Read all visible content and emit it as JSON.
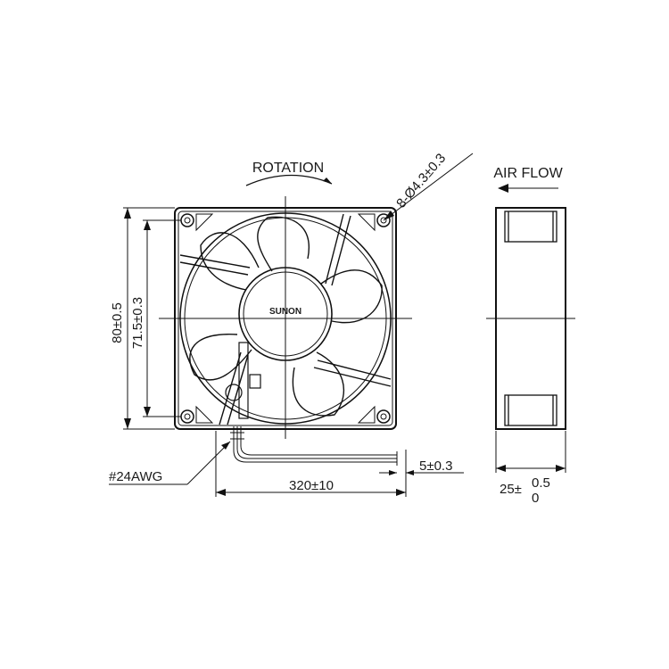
{
  "labels": {
    "rotation": "ROTATION",
    "air_flow": "AIR FLOW",
    "mounting_holes": "8-Ø4.3±0.3",
    "outer_size": "80±0.5",
    "hole_spacing": "71.5±0.3",
    "brand": "SUNON",
    "wire_gauge": "#24AWG",
    "lead_length": "320±10",
    "strip_length": "5±0.3",
    "depth_base": "25±",
    "depth_upper_tol": "0.5",
    "depth_lower_tol": "0"
  },
  "colors": {
    "line": "#111111",
    "background": "#ffffff"
  }
}
